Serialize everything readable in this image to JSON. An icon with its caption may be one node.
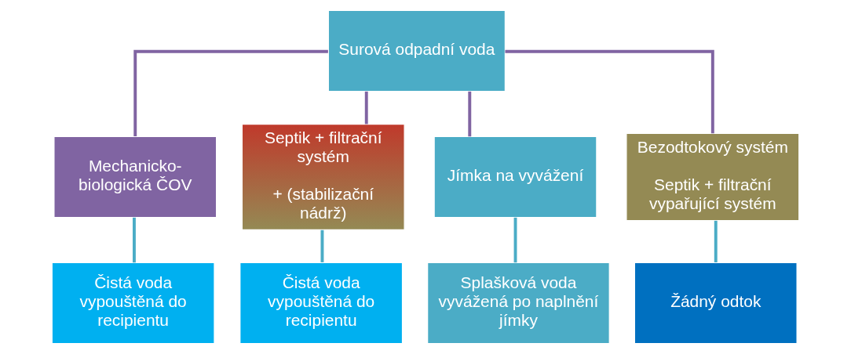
{
  "diagram": {
    "nodes": [
      {
        "text": [
          "Surová odpadní voda"
        ]
      },
      {
        "text": [
          "Mechanicko-biologická ČOV"
        ]
      },
      {
        "text": [
          "Septik + filtrační systém",
          "+ (stabilizační nádrž)"
        ]
      },
      {
        "text": [
          "Jímka na vyvážení"
        ]
      },
      {
        "text": [
          "Bezodtokový systém",
          "Septik + filtrační vypařující systém"
        ]
      },
      {
        "text": [
          "Čistá voda vypouštěná do recipientu"
        ]
      },
      {
        "text": [
          "Čistá voda vypouštěná do recipientu"
        ]
      },
      {
        "text": [
          "Splašková voda vyvážená po naplnění jímky"
        ]
      },
      {
        "text": [
          "Žádný odtok"
        ]
      }
    ],
    "edges": [
      {
        "from": 0,
        "to": 1,
        "arrow": "none",
        "color": "#8064a2"
      },
      {
        "from": 0,
        "to": 2,
        "arrow": "none",
        "color": "#8064a2"
      },
      {
        "from": 0,
        "to": 3,
        "arrow": "none",
        "color": "#8064a2"
      },
      {
        "from": 0,
        "to": 4,
        "arrow": "none",
        "color": "#8064a2"
      },
      {
        "from": 1,
        "to": 5,
        "arrow": "none",
        "color": "#4bacc6"
      },
      {
        "from": 2,
        "to": 6,
        "arrow": "none",
        "color": "#4bacc6"
      },
      {
        "from": 3,
        "to": 7,
        "arrow": "none",
        "color": "#4bacc6"
      },
      {
        "from": 4,
        "to": 8,
        "arrow": "none",
        "color": "#4bacc6"
      }
    ]
  }
}
